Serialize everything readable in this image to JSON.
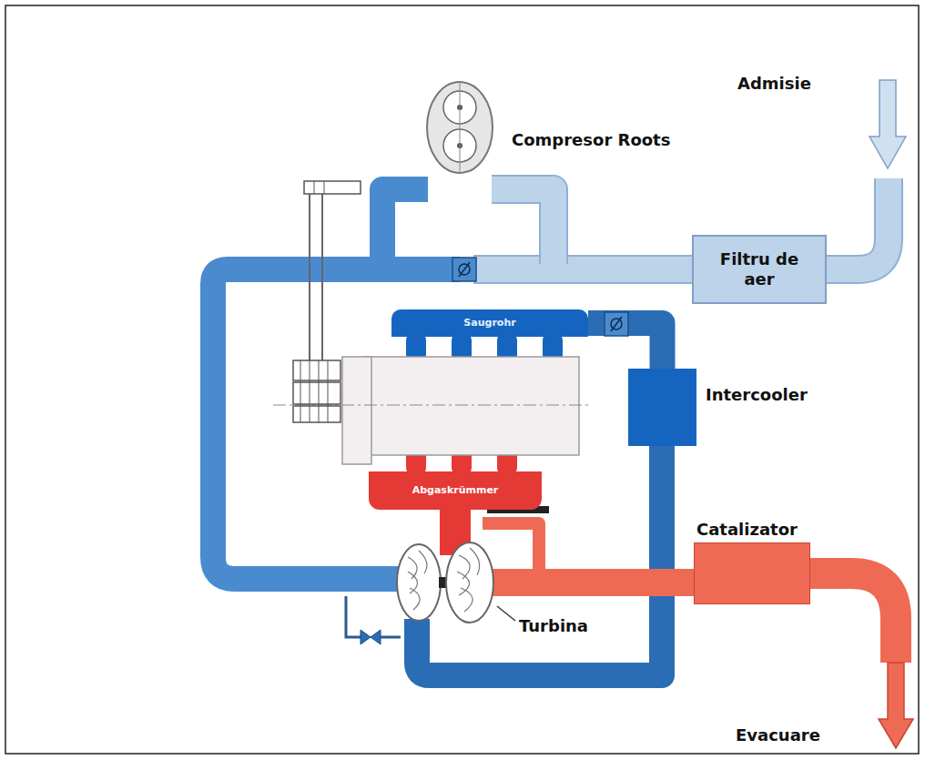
{
  "diagram": {
    "nodes": [
      {
        "text": [
          "Filtru de aer"
        ]
      },
      {
        "text": [
          "Saugrohr"
        ]
      },
      {
        "text": [
          "Abgaskrümmer"
        ]
      },
      {
        "text": [
          "Intercooler"
        ]
      },
      {
        "text": [
          "Catalizator"
        ]
      }
    ],
    "edges": [
      {
        "from": 3,
        "to": 1,
        "arrow": "none"
      }
    ],
    "labels": [
      "Admisie",
      "Compresor Roots",
      "Turbina",
      "Evacuare"
    ]
  }
}
